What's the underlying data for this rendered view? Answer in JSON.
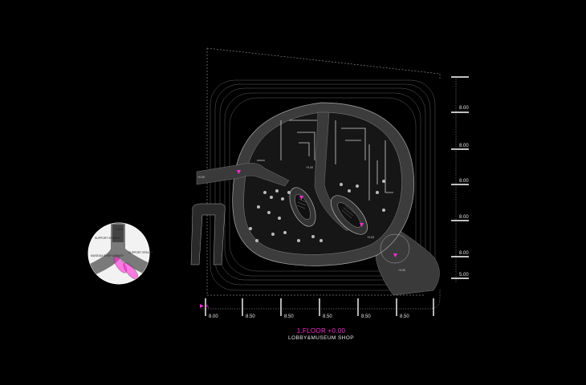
{
  "title": "1.FLOOR +0.00",
  "subtitle": "LOBBY&MUSEUM SHOP",
  "dimensions_right": [
    "8.00",
    "8.00",
    "8.00",
    "8.00",
    "8.00",
    "5.00"
  ],
  "dimensions_bottom": [
    "8.00",
    "8.50",
    "8.50",
    "8.50",
    "8.50",
    "8.50"
  ],
  "level_markers": [
    "+0.00",
    "+0.00",
    "+0.00",
    "+0.00"
  ],
  "section_marker": "A",
  "key_plan": {
    "labels": [
      "CORE",
      "SUPPORT SPACES",
      "MUSEUM SHOP LIBRARY",
      "SUPPORT SPACES"
    ]
  },
  "colors": {
    "accent": "#ff2bd6",
    "lines": "#ffffff",
    "floor": "#3a3a3a",
    "background": "#000000"
  }
}
